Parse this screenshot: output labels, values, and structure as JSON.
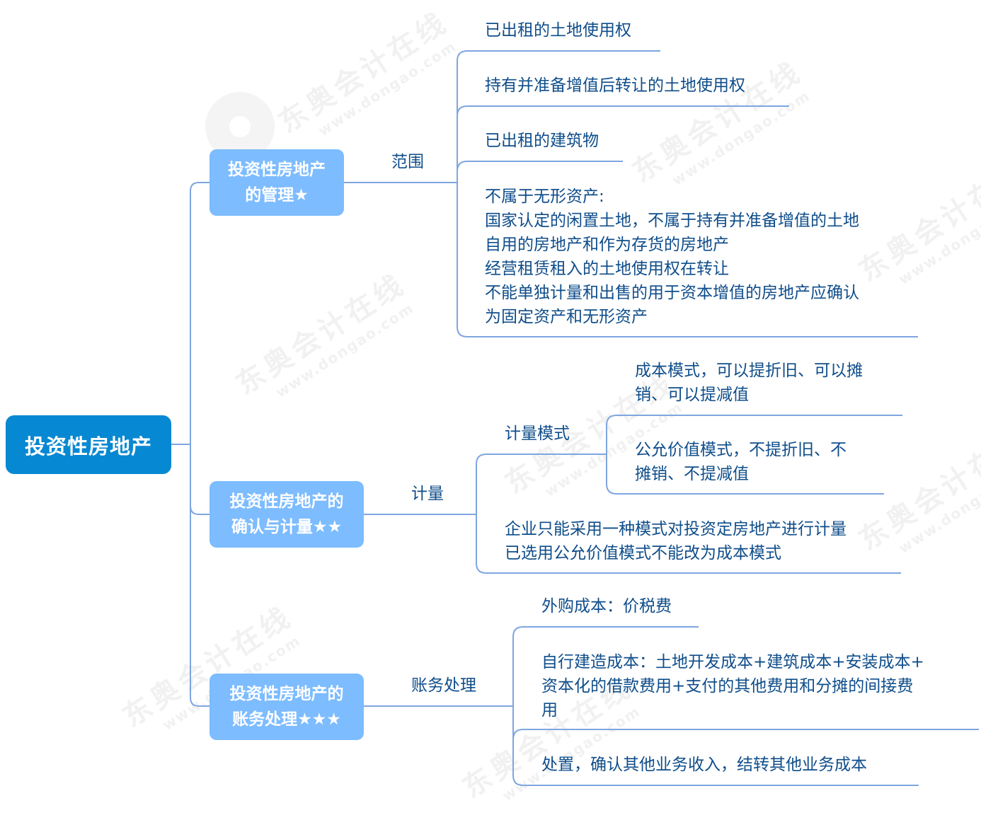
{
  "colors": {
    "root_bg": "#0788d2",
    "topic_bg": "#7dbcff",
    "line": "#7ea6e0",
    "text": "#0f4d8a"
  },
  "watermark": {
    "text": "东奥会计在线",
    "url": "www.dongao.com"
  },
  "root": {
    "label": "投资性房地产"
  },
  "branches": [
    {
      "topic": {
        "line1": "投资性房地产",
        "line2": "的管理★"
      },
      "subtopic": "范围",
      "items": [
        {
          "lines": [
            "已出租的土地使用权"
          ]
        },
        {
          "lines": [
            "持有并准备增值后转让的土地使用权"
          ]
        },
        {
          "lines": [
            "已出租的建筑物"
          ]
        },
        {
          "lines": [
            "不属于无形资产:",
            "国家认定的闲置土地，不属于持有并准备增值的土地",
            "自用的房地产和作为存货的房地产",
            "经营租赁租入的土地使用权在转让",
            "不能单独计量和出售的用于资本增值的房地产应确认",
            "为固定资产和无形资产"
          ]
        }
      ]
    },
    {
      "topic": {
        "line1": "投资性房地产的",
        "line2": "确认与计量★★"
      },
      "subtopic": "计量",
      "children": [
        {
          "label": "计量模式",
          "items": [
            {
              "lines": [
                "成本模式，可以提折旧、可以摊",
                "销、可以提减值"
              ]
            },
            {
              "lines": [
                "公允价值模式，不提折旧、不",
                "摊销、不提减值"
              ]
            }
          ]
        },
        {
          "lines": [
            "企业只能采用一种模式对投资定房地产进行计量",
            "已选用公允价值模式不能改为成本模式"
          ]
        }
      ]
    },
    {
      "topic": {
        "line1": "投资性房地产的",
        "line2": "账务处理★★★"
      },
      "subtopic": "账务处理",
      "items": [
        {
          "lines": [
            "外购成本：价税费"
          ]
        },
        {
          "lines": [
            "自行建造成本：土地开发成本+建筑成本+安装成本+",
            "资本化的借款费用+支付的其他费用和分摊的间接费",
            "用"
          ]
        },
        {
          "lines": [
            "处置，确认其他业务收入，结转其他业务成本"
          ]
        }
      ]
    }
  ]
}
